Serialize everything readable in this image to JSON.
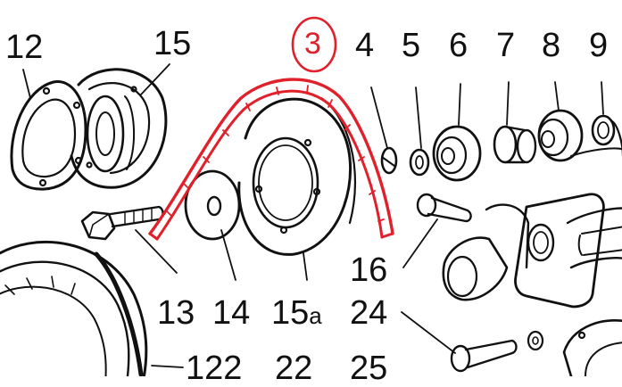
{
  "labels": {
    "n12": "12",
    "n15": "15",
    "n3": "3",
    "n4": "4",
    "n5": "5",
    "n6": "6",
    "n7": "7",
    "n8": "8",
    "n9": "9",
    "n16": "16",
    "n13": "13",
    "n14": "14",
    "n15a_num": "15",
    "n15a_suffix": "a",
    "n24": "24",
    "n122": "122",
    "n22": "22",
    "n25": "25"
  },
  "colors": {
    "line": "#111111",
    "highlight": "#e0202a",
    "background": "#ffffff"
  },
  "highlighted_part": "3"
}
